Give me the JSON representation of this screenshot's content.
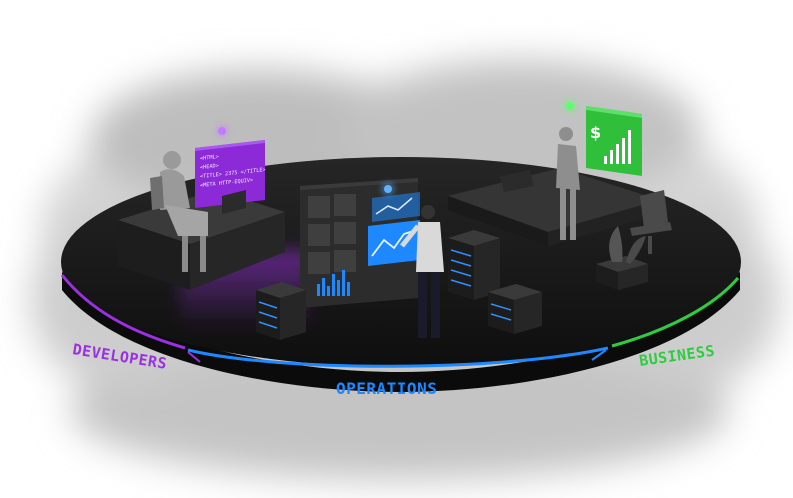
{
  "segments": {
    "developers": {
      "label": "DEVELOPERS"
    },
    "operations": {
      "label": "OPERATIONS"
    },
    "business": {
      "label": "BUSINESS"
    }
  },
  "developer_screen": {
    "code_lines": [
      "<HTML>",
      "<HEAD>",
      "<TITLE> 2375 </TITLE>",
      "<META HTTP-EQUIV>"
    ]
  },
  "business_screen": {
    "symbol": "$"
  },
  "colors": {
    "developers": "#9b30e0",
    "operations": "#1e88ff",
    "business": "#2ecc40",
    "floor": "#1a1a1a",
    "fog": "#cfcfcf"
  }
}
